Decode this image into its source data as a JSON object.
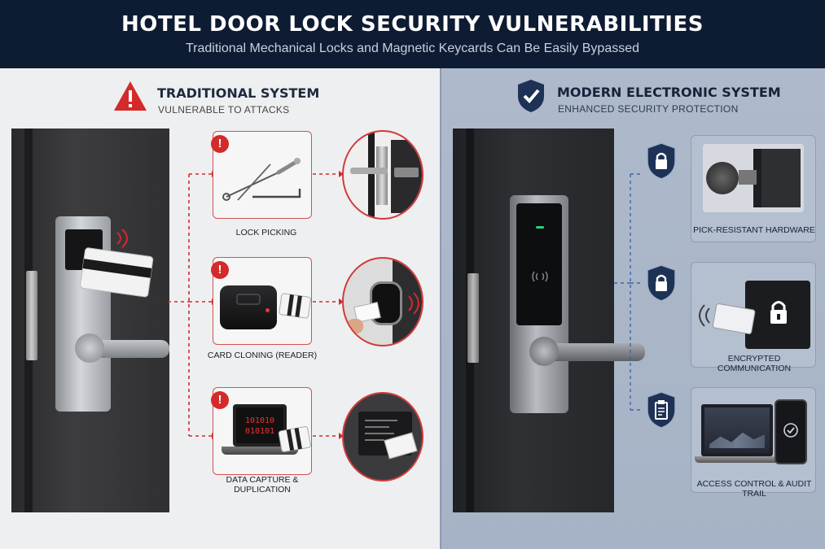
{
  "header": {
    "title": "HOTEL DOOR LOCK SECURITY VULNERABILITIES",
    "subtitle": "Traditional Mechanical Locks and Magnetic Keycards Can Be Easily Bypassed"
  },
  "traditional": {
    "title": "TRADITIONAL SYSTEM",
    "subtitle": "VULNERABLE TO ATTACKS",
    "attacks": [
      {
        "label": "LOCK PICKING"
      },
      {
        "label": "CARD CLONING (READER)"
      },
      {
        "label": "DATA CAPTURE & DUPLICATION",
        "screen_lines": [
          "101010",
          "010101"
        ]
      }
    ]
  },
  "modern": {
    "title": "MODERN ELECTRONIC SYSTEM",
    "subtitle": "ENHANCED SECURITY PROTECTION",
    "features": [
      {
        "label": "PICK-RESISTANT HARDWARE"
      },
      {
        "label": "ENCRYPTED COMMUNICATION"
      },
      {
        "label": "ACCESS CONTROL & AUDIT TRAIL"
      }
    ]
  },
  "colors": {
    "danger": "#d42a2a",
    "navy": "#0e1c33",
    "shield": "#1e3256"
  }
}
